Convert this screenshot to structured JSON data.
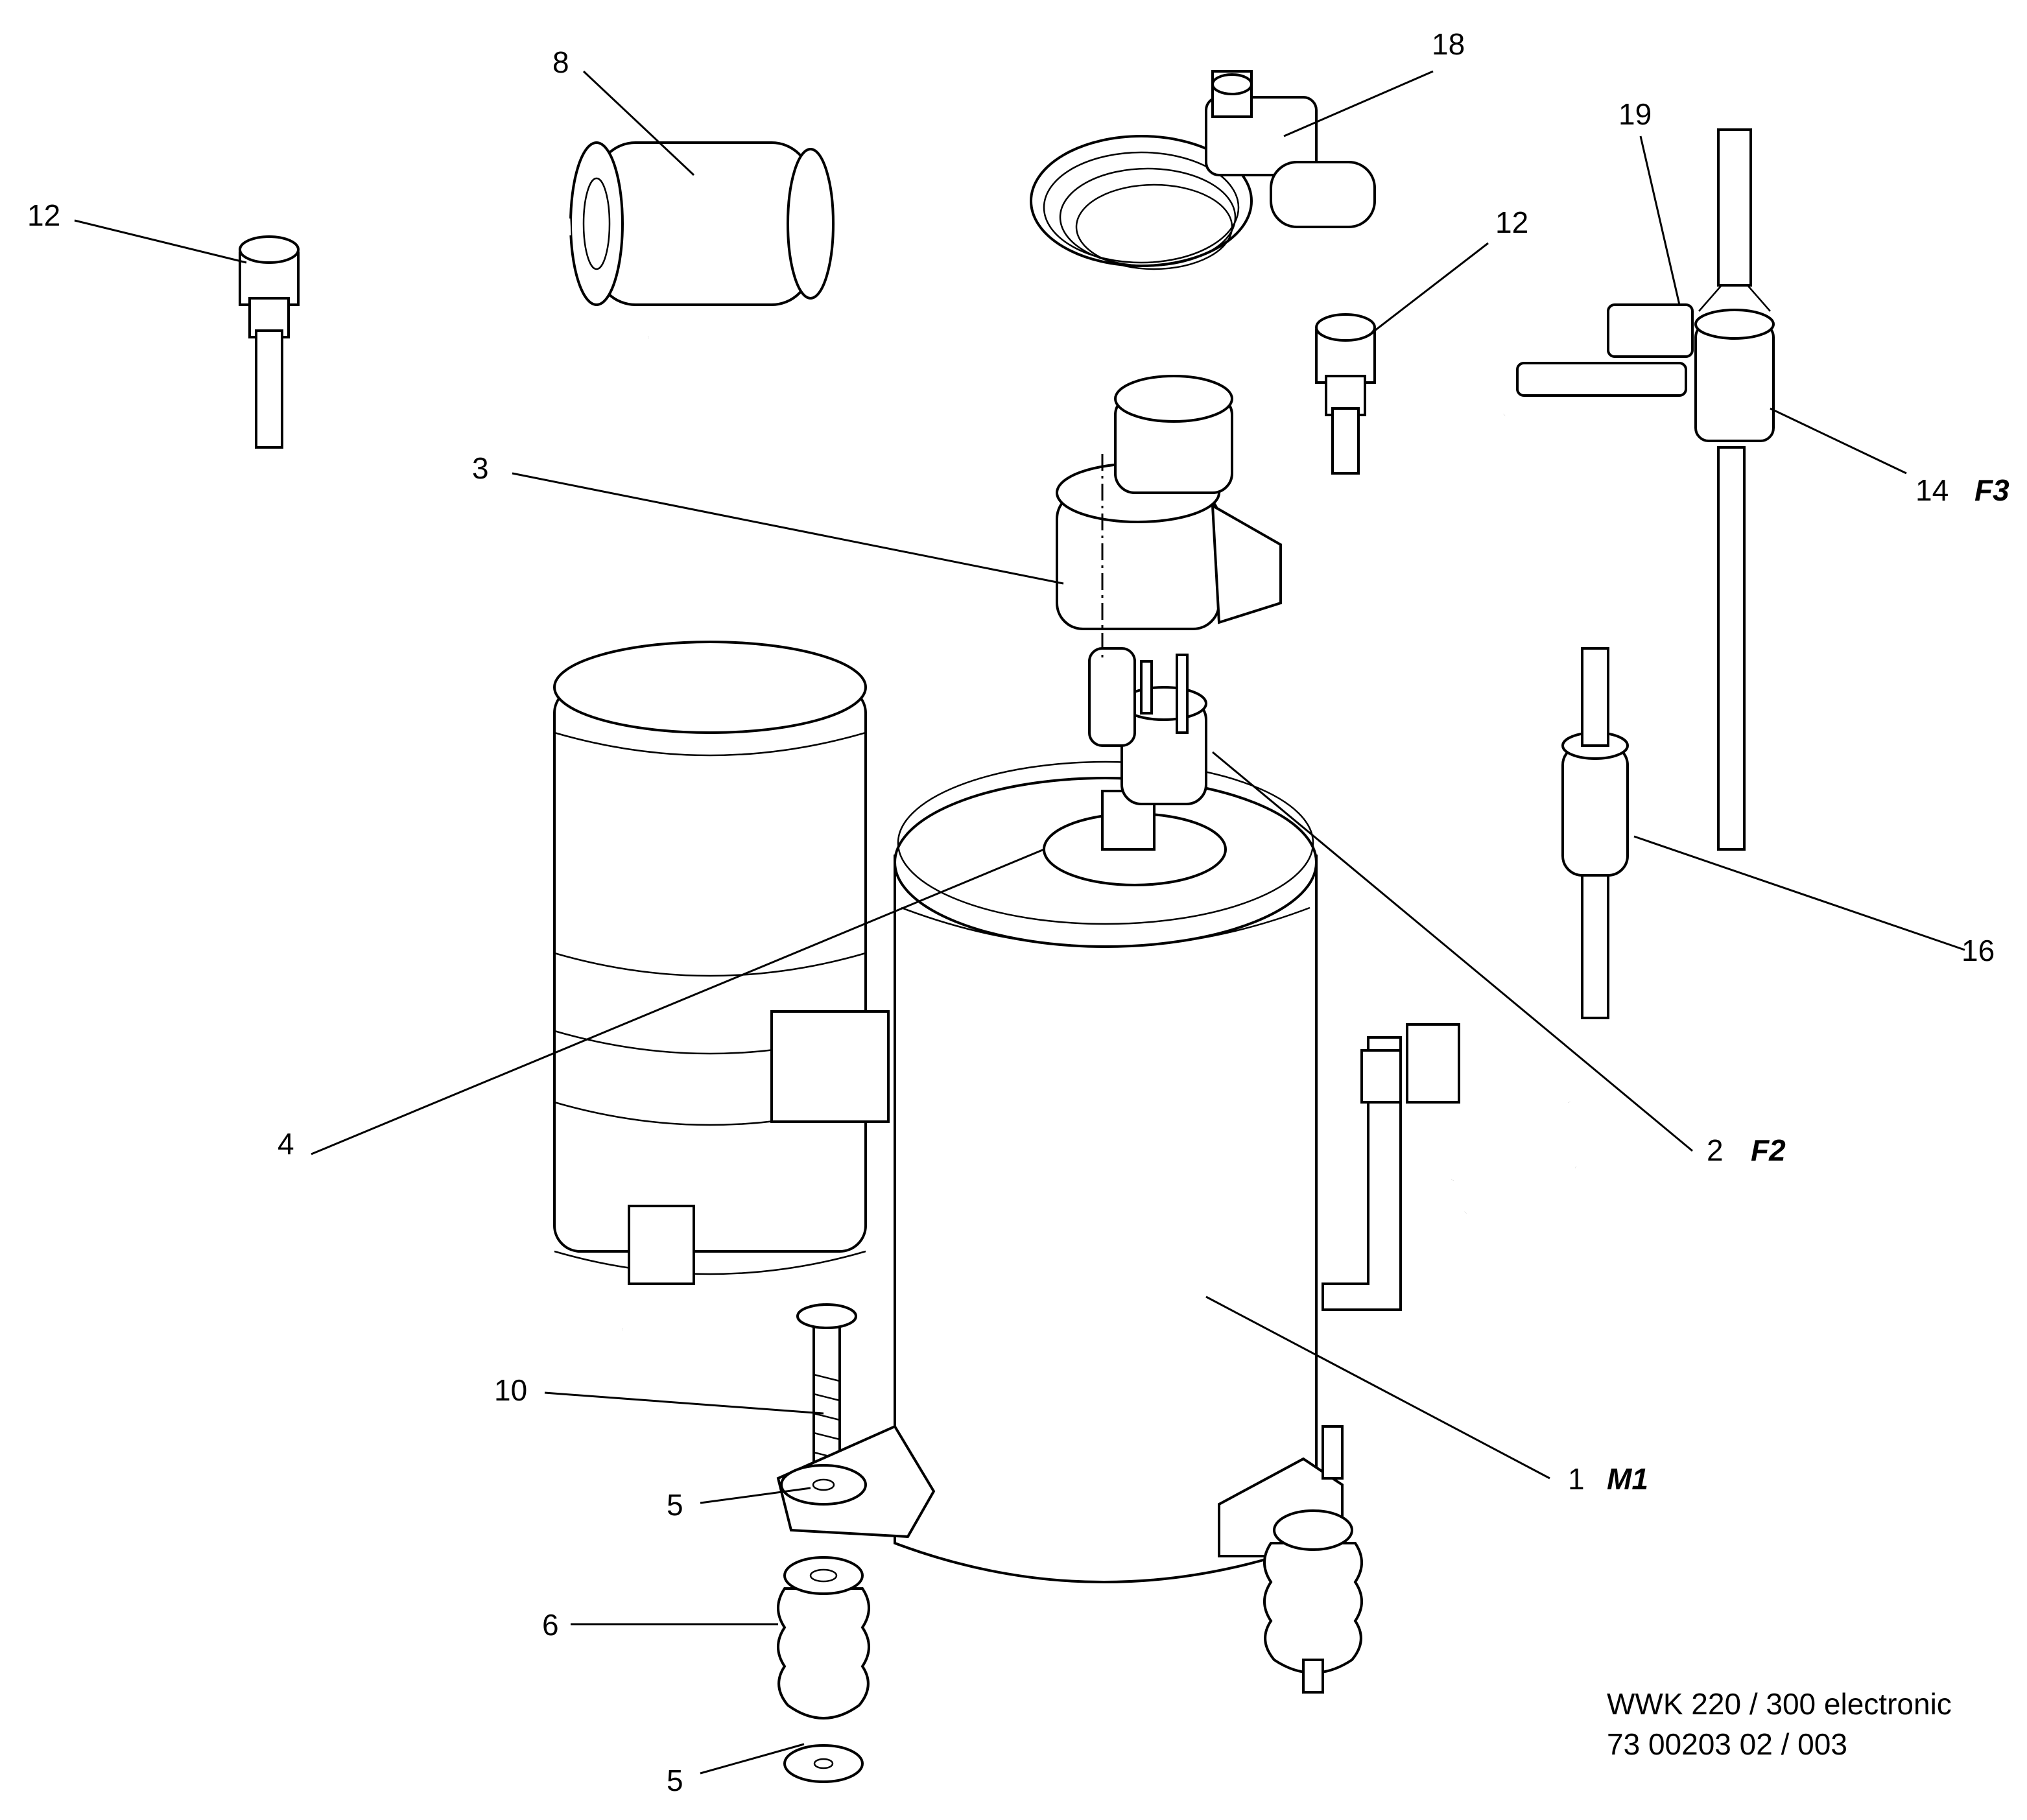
{
  "callouts": {
    "c1": {
      "number": "1",
      "ref": "M1"
    },
    "c2": {
      "number": "2",
      "ref": "F2"
    },
    "c3": {
      "number": "3"
    },
    "c4": {
      "number": "4"
    },
    "c5a": {
      "number": "5"
    },
    "c5b": {
      "number": "5"
    },
    "c6": {
      "number": "6"
    },
    "c8": {
      "number": "8"
    },
    "c10": {
      "number": "10"
    },
    "c12a": {
      "number": "12"
    },
    "c12b": {
      "number": "12"
    },
    "c14": {
      "number": "14",
      "ref": "F3"
    },
    "c16": {
      "number": "16"
    },
    "c18": {
      "number": "18"
    },
    "c19": {
      "number": "19"
    }
  },
  "caption": {
    "line1": "WWK 220 / 300 electronic",
    "line2": "73 00203 02 / 003"
  }
}
